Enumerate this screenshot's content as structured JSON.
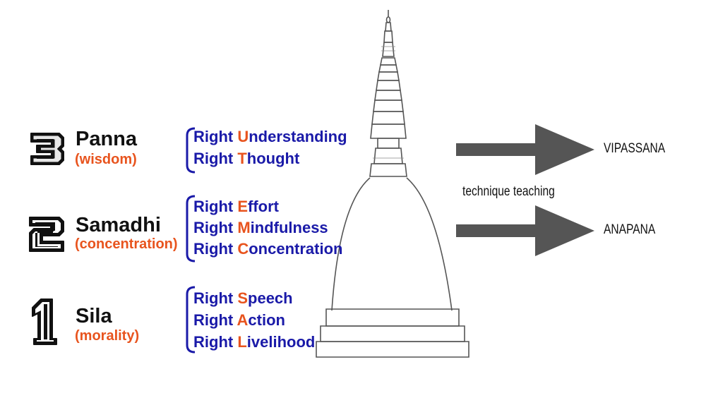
{
  "tiers": [
    {
      "number": "3",
      "name": "Panna",
      "subtitle": "(wisdom)",
      "factors": [
        {
          "initial": "U",
          "prefix": "Right ",
          "rest": "nderstanding"
        },
        {
          "initial": "T",
          "prefix": "Right ",
          "rest": "hought"
        }
      ]
    },
    {
      "number": "2",
      "name": "Samadhi",
      "subtitle": "(concentration)",
      "factors": [
        {
          "initial": "E",
          "prefix": "Right ",
          "rest": "ffort"
        },
        {
          "initial": "M",
          "prefix": "Right ",
          "rest": "indfulness"
        },
        {
          "initial": "C",
          "prefix": "Right ",
          "rest": "oncentration"
        }
      ]
    },
    {
      "number": "1",
      "name": "Sila",
      "subtitle": "(morality)",
      "factors": [
        {
          "initial": "S",
          "prefix": "Right ",
          "rest": "peech"
        },
        {
          "initial": "A",
          "prefix": "Right ",
          "rest": "ction"
        },
        {
          "initial": "L",
          "prefix": "Right ",
          "rest": "ivelihood"
        }
      ]
    }
  ],
  "arrows": [
    {
      "label": "VIPASSANA"
    },
    {
      "label": "ANAPANA"
    }
  ],
  "middle_label": "technique teaching",
  "colors": {
    "factor_text": "#1a1aa8",
    "accent_orange": "#e8541e",
    "bracket": "#1a1aa8",
    "arrow": "#555555",
    "stupa_line": "#555555"
  }
}
